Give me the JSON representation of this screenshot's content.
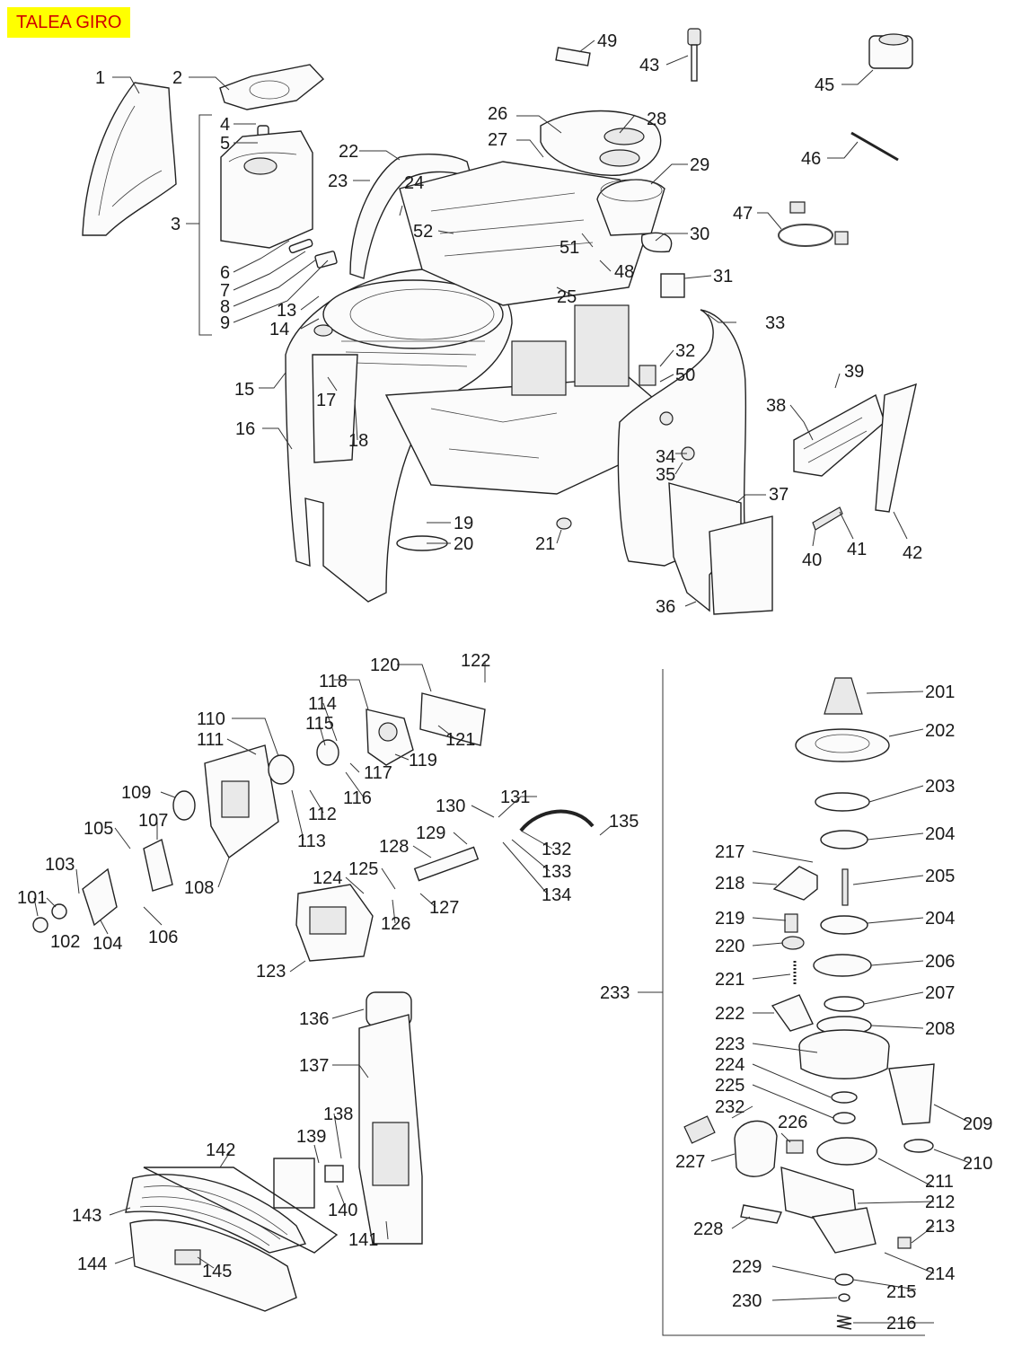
{
  "title": "TALEA GIRO",
  "accent_colors": {
    "title_bg": "#ffff00",
    "title_text": "#d00000"
  },
  "labels": {
    "l1": "1",
    "l2": "2",
    "l3": "3",
    "l4": "4",
    "l5": "5",
    "l6": "6",
    "l7": "7",
    "l8": "8",
    "l9": "9",
    "l13": "13",
    "l14": "14",
    "l15": "15",
    "l16": "16",
    "l17": "17",
    "l18": "18",
    "l19": "19",
    "l20": "20",
    "l21": "21",
    "l22": "22",
    "l23": "23",
    "l24": "24",
    "l25": "25",
    "l26": "26",
    "l27": "27",
    "l28": "28",
    "l29": "29",
    "l30": "30",
    "l31": "31",
    "l32": "32",
    "l33": "33",
    "l34": "34",
    "l35": "35",
    "l36": "36",
    "l37": "37",
    "l38": "38",
    "l39": "39",
    "l40": "40",
    "l41": "41",
    "l42": "42",
    "l43": "43",
    "l45": "45",
    "l46": "46",
    "l47": "47",
    "l48": "48",
    "l49": "49",
    "l50": "50",
    "l51": "51",
    "l52": "52",
    "l101": "101",
    "l102": "102",
    "l103": "103",
    "l104": "104",
    "l105": "105",
    "l106": "106",
    "l107": "107",
    "l108": "108",
    "l109": "109",
    "l110": "110",
    "l111": "111",
    "l112": "112",
    "l113": "113",
    "l114": "114",
    "l115": "115",
    "l116": "116",
    "l117": "117",
    "l118": "118",
    "l119": "119",
    "l120": "120",
    "l121": "121",
    "l122": "122",
    "l123": "123",
    "l124": "124",
    "l125": "125",
    "l126": "126",
    "l127": "127",
    "l128": "128",
    "l129": "129",
    "l130": "130",
    "l131": "131",
    "l132": "132",
    "l133": "133",
    "l134": "134",
    "l135": "135",
    "l136": "136",
    "l137": "137",
    "l138": "138",
    "l139": "139",
    "l140": "140",
    "l141": "141",
    "l142": "142",
    "l143": "143",
    "l144": "144",
    "l145": "145",
    "l201": "201",
    "l202": "202",
    "l203": "203",
    "l204a": "204",
    "l204b": "204",
    "l205": "205",
    "l206": "206",
    "l207": "207",
    "l208": "208",
    "l209": "209",
    "l210": "210",
    "l211": "211",
    "l212": "212",
    "l213": "213",
    "l214": "214",
    "l215": "215",
    "l216": "216",
    "l217": "217",
    "l218": "218",
    "l219": "219",
    "l220": "220",
    "l221": "221",
    "l222": "222",
    "l223": "223",
    "l224": "224",
    "l225": "225",
    "l226": "226",
    "l227": "227",
    "l228": "228",
    "l229": "229",
    "l230": "230",
    "l232": "232",
    "l233": "233"
  }
}
